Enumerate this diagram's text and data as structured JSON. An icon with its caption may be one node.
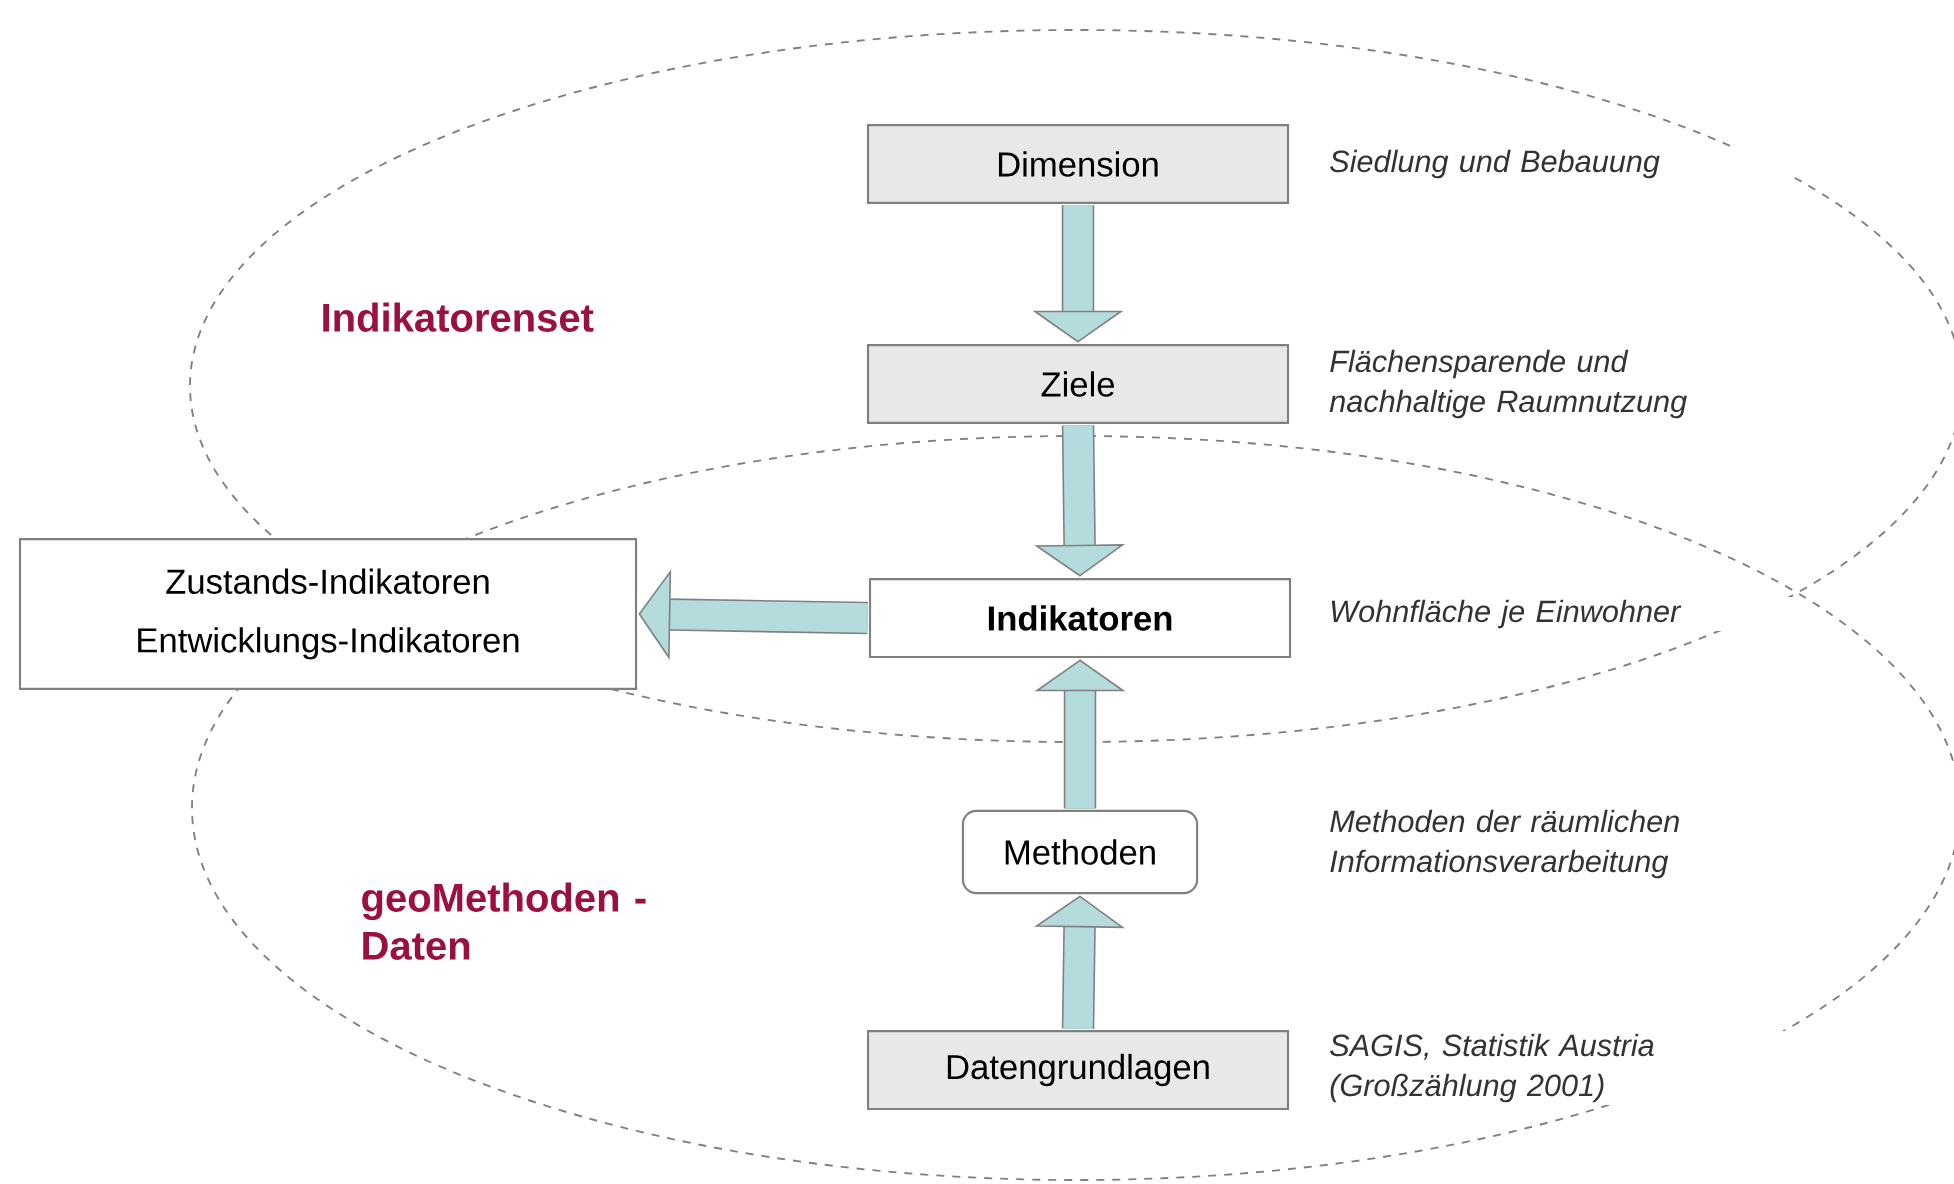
{
  "diagram": {
    "nodes": [
      {
        "text": [
          "Indikatorenset"
        ]
      },
      {
        "text": [
          "Dimension"
        ],
        "in": 0
      },
      {
        "text": [
          "Ziele"
        ],
        "in": 0
      },
      {
        "text": [
          "Zustands-Indikatoren",
          "Entwicklungs-Indikatoren"
        ]
      },
      {
        "text": [
          "Indikatoren"
        ]
      },
      {
        "text": [
          "geoMethoden - Daten"
        ]
      },
      {
        "text": [
          "Methoden"
        ],
        "in": 5
      },
      {
        "text": [
          "Datengrundlagen"
        ],
        "in": 5
      }
    ],
    "edges": [
      {
        "from": 1,
        "to": 2,
        "arrow": "to"
      },
      {
        "from": 2,
        "to": 4,
        "arrow": "to"
      },
      {
        "from": 4,
        "to": 3,
        "arrow": "to"
      },
      {
        "from": 6,
        "to": 4,
        "arrow": "to"
      },
      {
        "from": 7,
        "to": 6,
        "arrow": "to"
      }
    ],
    "labels": [
      "Siedlung und Bebauung",
      "Flächensparende und nachhaltige Raumnutzung",
      "Wohnfläche je Einwohner",
      "Methoden der räumlichen Informationsverarbeitung",
      "SAGIS, Statistik Austria (Großzählung 2001)"
    ]
  }
}
